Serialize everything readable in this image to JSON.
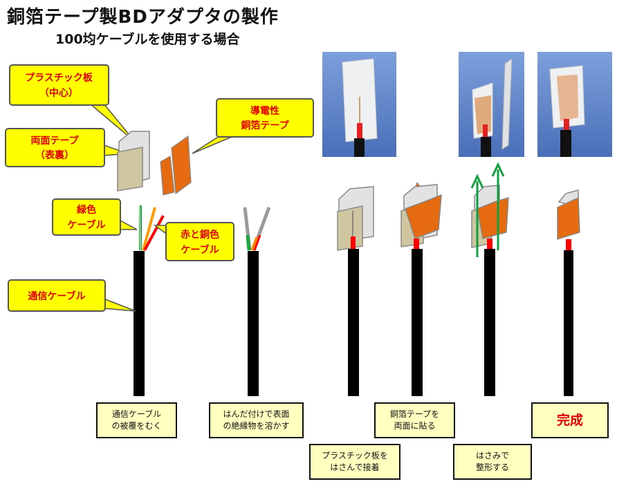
{
  "title": "銅箔テープ製BDアダプタの製作",
  "subtitle": "100均ケーブルを使用する場合",
  "callouts": {
    "plastic_plate": [
      "プラスチック板",
      "（中心）"
    ],
    "double_tape": [
      "両面テープ",
      "（表裏）"
    ],
    "copper_tape": [
      "導電性",
      "銅箔テープ"
    ],
    "green_cable": [
      "緑色",
      "ケーブル"
    ],
    "red_copper_cable": [
      "赤と銅色",
      "ケーブル"
    ],
    "comm_cable": [
      "通信ケーブル"
    ]
  },
  "captions": {
    "step1": "通信ケーブル\nの被覆をむく",
    "step2": "はんだ付けで表面\nの絶縁物を溶かす",
    "step3": "プラスチック板を\nはさんで接着",
    "step4": "銅箔テープを\n両面に貼る",
    "step5": "はさみで\n整形する",
    "step6": "完成"
  },
  "colors": {
    "callout_fill": "#ffff00",
    "callout_text": "#e00000",
    "copper_orange": "#e56a10",
    "plastic_gray": "#e2e2e2",
    "tape_beige": "#cfc6a0",
    "cable_black": "#000000",
    "wire_green": "#1aa83a",
    "wire_red": "#ff0000",
    "arrow_green": "#0fa040",
    "photo_bg": "#5a82c8"
  }
}
